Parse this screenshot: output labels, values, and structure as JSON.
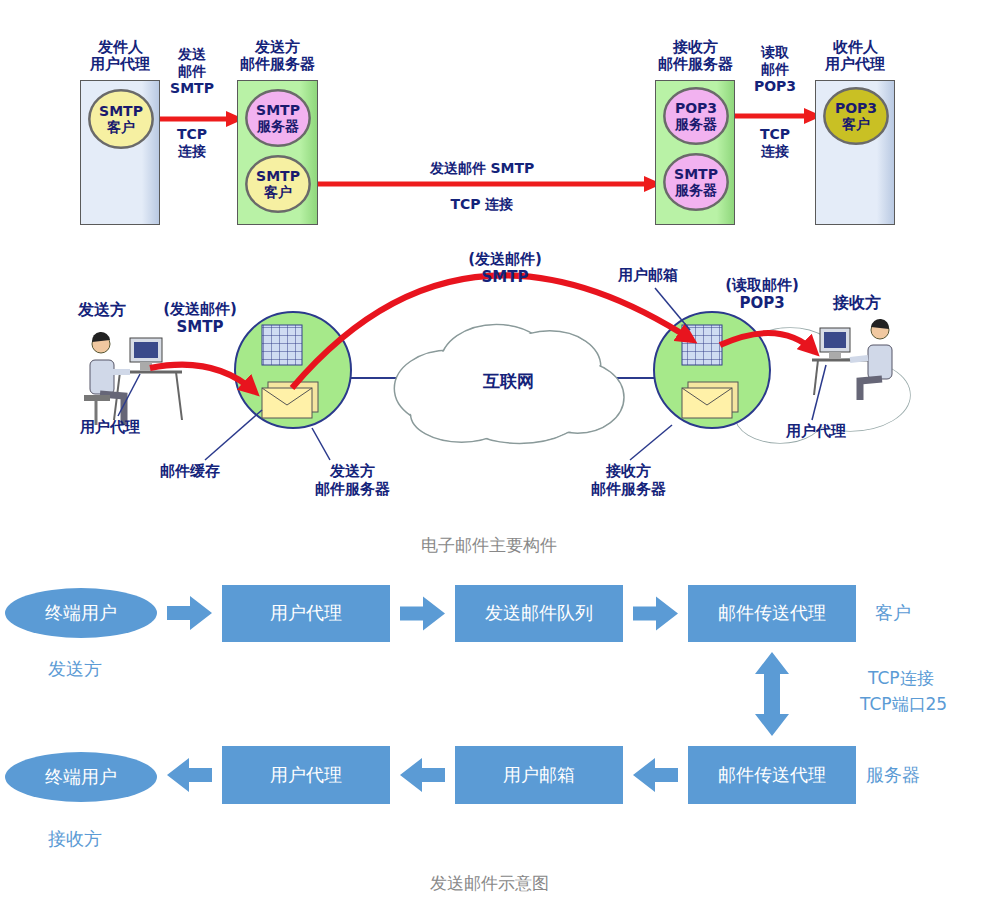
{
  "diagram": {
    "caption": "发送邮件示意图",
    "nodes": [
      {
        "text": [
          "发件人 用户代理"
        ]
      },
      {
        "text": [
          "SMTP 客户"
        ],
        "in": 0
      },
      {
        "text": [
          "发送方 邮件服务器"
        ]
      },
      {
        "text": [
          "SMTP 服务器"
        ],
        "in": 2
      },
      {
        "text": [
          "SMTP 客户"
        ],
        "in": 2
      },
      {
        "text": [
          "接收方 邮件服务器"
        ]
      },
      {
        "text": [
          "POP3 服务器"
        ],
        "in": 5
      },
      {
        "text": [
          "SMTP 服务器"
        ],
        "in": 5
      },
      {
        "text": [
          "收件人 用户代理"
        ]
      },
      {
        "text": [
          "POP3 客户"
        ],
        "in": 8
      },
      {
        "text": [
          "互联网"
        ]
      },
      {
        "text": [
          "终端用户"
        ]
      },
      {
        "text": [
          "用户代理"
        ]
      },
      {
        "text": [
          "发送邮件队列"
        ]
      },
      {
        "text": [
          "邮件传送代理"
        ]
      },
      {
        "text": [
          "邮件传送代理"
        ]
      },
      {
        "text": [
          "用户邮箱"
        ]
      },
      {
        "text": [
          "用户代理"
        ]
      },
      {
        "text": [
          "终端用户"
        ]
      }
    ],
    "edges": [
      {
        "from": 1,
        "to": 3,
        "arrow": "to",
        "label": "发送 邮件 SMTP"
      },
      {
        "from": 4,
        "to": 7,
        "arrow": "to",
        "label": "发送邮件 SMTP"
      },
      {
        "from": 6,
        "to": 9,
        "arrow": "to",
        "label": "读取 邮件 POP3"
      },
      {
        "from": 11,
        "to": 12,
        "arrow": "to"
      },
      {
        "from": 12,
        "to": 13,
        "arrow": "to"
      },
      {
        "from": 13,
        "to": 14,
        "arrow": "to"
      },
      {
        "from": 14,
        "to": 15,
        "arrow": "both"
      },
      {
        "from": 15,
        "to": 16,
        "arrow": "to"
      },
      {
        "from": 16,
        "to": 17,
        "arrow": "to"
      },
      {
        "from": 17,
        "to": 18,
        "arrow": "to"
      }
    ],
    "labels": [
      "TCP 连接",
      "TCP 连接",
      "TCP 连接",
      "发送方",
      "(发送邮件) SMTP",
      "用户代理",
      "邮件缓存",
      "发送方 邮件服务器",
      "(发送邮件) SMTP",
      "用户邮箱",
      "(读取邮件) POP3",
      "接收方",
      "用户代理",
      "接收方 邮件服务器",
      "电子邮件主要构件",
      "客户",
      "TCP连接",
      "TCP端口25",
      "发送方",
      "服务器",
      "接收方"
    ]
  }
}
